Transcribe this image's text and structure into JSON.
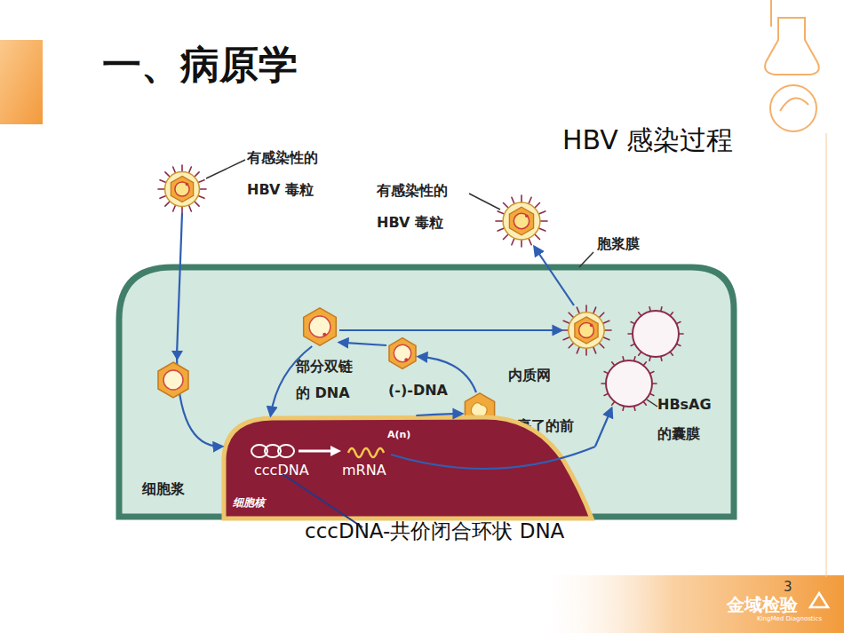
{
  "diagram": {
    "title": "一、病原学",
    "nodes": [
      {
        "text": [
          "有感染性的 HBV 毒粒"
        ]
      },
      {
        "text": [
          "有感染性的 HBV 毒粒"
        ]
      },
      {
        "text": [
          "胞浆膜",
          "细胞浆"
        ]
      },
      {
        "text": [
          "部分双链的 DNA"
        ],
        "in": 2
      },
      {
        "text": [
          "内质网"
        ],
        "in": 2
      },
      {
        "text": [
          "(-)-DNA"
        ],
        "in": 2
      },
      {
        "text": [
          "HBsAG 的囊膜"
        ],
        "in": 2
      },
      {
        "text": [
          "包裹了的前基因组"
        ],
        "in": 2
      },
      {
        "text": [
          "cccDNA",
          "mRNA",
          "细胞核"
        ],
        "in": 2
      }
    ],
    "edges": [
      {
        "from": 0,
        "to": 8,
        "arrow": "to"
      },
      {
        "from": 3,
        "to": 8,
        "arrow": "to"
      },
      {
        "from": 8,
        "to": 7,
        "arrow": "to"
      },
      {
        "from": 7,
        "to": 5,
        "arrow": "to"
      },
      {
        "from": 5,
        "to": 3,
        "arrow": "to"
      },
      {
        "from": 3,
        "to": 4,
        "arrow": "to"
      },
      {
        "from": 4,
        "to": 1,
        "arrow": "to"
      },
      {
        "from": 8,
        "to": 6,
        "arrow": "to"
      }
    ],
    "labels": [
      "HBV 感染过程",
      "A(n)",
      "cccDNA-共价闭合环状 DNA",
      "3",
      "金域检验",
      "KingMed Diagnostics"
    ]
  }
}
